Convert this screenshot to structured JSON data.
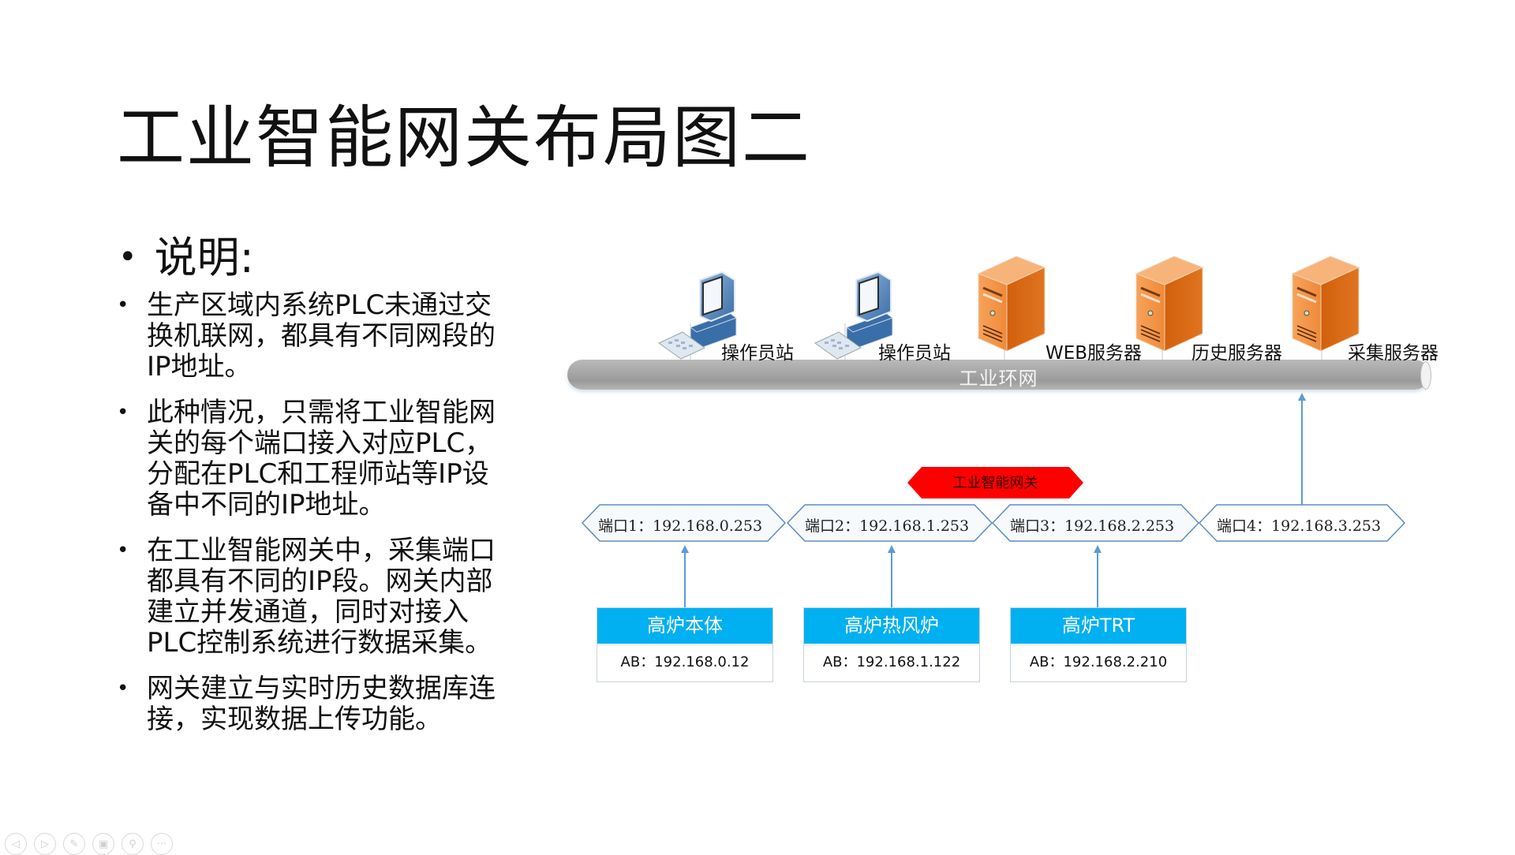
{
  "slide": {
    "title": "工业智能网关布局图二",
    "section_heading": "说明:",
    "bullets": [
      "生产区域内系统PLC未通过交换机联网，都具有不同网段的IP地址。",
      "此种情况，只需将工业智能网关的每个端口接入对应PLC，分配在PLC和工程师站等IP设备中不同的IP地址。",
      "在工业智能网关中，采集端口都具有不同的IP段。网关内部建立并发通道，同时对接入PLC控制系统进行数据采集。",
      "网关建立与实时历史数据库连接，实现数据上传功能。"
    ],
    "bullet_lines": [
      [
        "生产区域内系统PLC未通过交",
        "换机联网，都具有不同网段的",
        "IP地址。"
      ],
      [
        "此种情况，只需将工业智能网",
        "关的每个端口接入对应PLC，",
        "分配在PLC和工程师站等IP设",
        "备中不同的IP地址。"
      ],
      [
        "在工业智能网关中，采集端口",
        "都具有不同的IP段。网关内部",
        "建立并发通道，同时对接入",
        "PLC控制系统进行数据采集。"
      ],
      [
        "网关建立与实时历史数据库连",
        "接，实现数据上传功能。"
      ]
    ]
  },
  "diagram": {
    "network_label": "工业环网",
    "nodes": [
      {
        "label": "操作员站",
        "icon": "workstation-icon"
      },
      {
        "label": "操作员站",
        "icon": "workstation-icon"
      },
      {
        "label": "WEB服务器",
        "icon": "server-icon"
      },
      {
        "label": "历史服务器",
        "icon": "server-icon"
      },
      {
        "label": "采集服务器",
        "icon": "server-icon"
      }
    ],
    "gateway_label": "工业智能网关",
    "ports": [
      {
        "label": "端口1：192.168.0.253"
      },
      {
        "label": "端口2：192.168.1.253"
      },
      {
        "label": "端口3：192.168.2.253"
      },
      {
        "label": "端口4：192.168.3.253"
      }
    ],
    "plcs": [
      {
        "name": "高炉本体",
        "address": "AB：192.168.0.12"
      },
      {
        "name": "高炉热风炉",
        "address": "AB：192.168.1.122"
      },
      {
        "name": "高炉TRT",
        "address": "AB：192.168.2.210"
      }
    ],
    "colors": {
      "plc_header": "#00B0F0",
      "gateway": "#FF0000",
      "port_border": "#5B8DC7",
      "arrow": "#5B9BD5",
      "server": "#E46C0A",
      "pipe": "#A6A6A6"
    }
  },
  "toolbar": {
    "buttons": [
      {
        "name": "previous-slide",
        "icon": "chevron-left-icon",
        "glyph": "◁"
      },
      {
        "name": "next-slide",
        "icon": "chevron-right-icon",
        "glyph": "▷"
      },
      {
        "name": "pen",
        "icon": "pen-icon",
        "glyph": "✎"
      },
      {
        "name": "slides-grid",
        "icon": "slides-icon",
        "glyph": "▣"
      },
      {
        "name": "zoom",
        "icon": "magnifier-icon",
        "glyph": "⚲"
      },
      {
        "name": "more",
        "icon": "more-icon",
        "glyph": "···"
      }
    ]
  }
}
